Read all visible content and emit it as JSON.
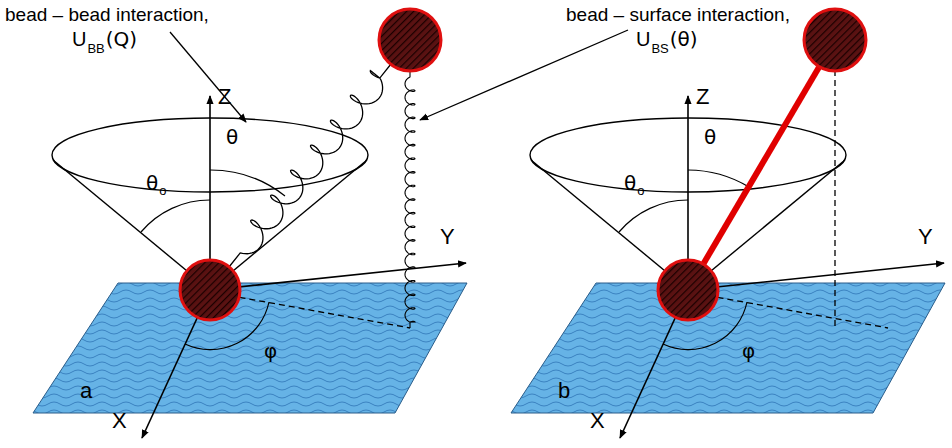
{
  "diagram": {
    "labels": [
      "bead – bead interaction,",
      "U",
      "BB",
      "(Q)",
      "bead – surface interaction,",
      "U",
      "BS",
      "(θ)",
      "Z",
      "θ",
      "θ",
      "o",
      "Y",
      "X",
      "φ",
      "a",
      "Z",
      "θ",
      "θ",
      "o",
      "Y",
      "X",
      "φ",
      "b"
    ]
  }
}
